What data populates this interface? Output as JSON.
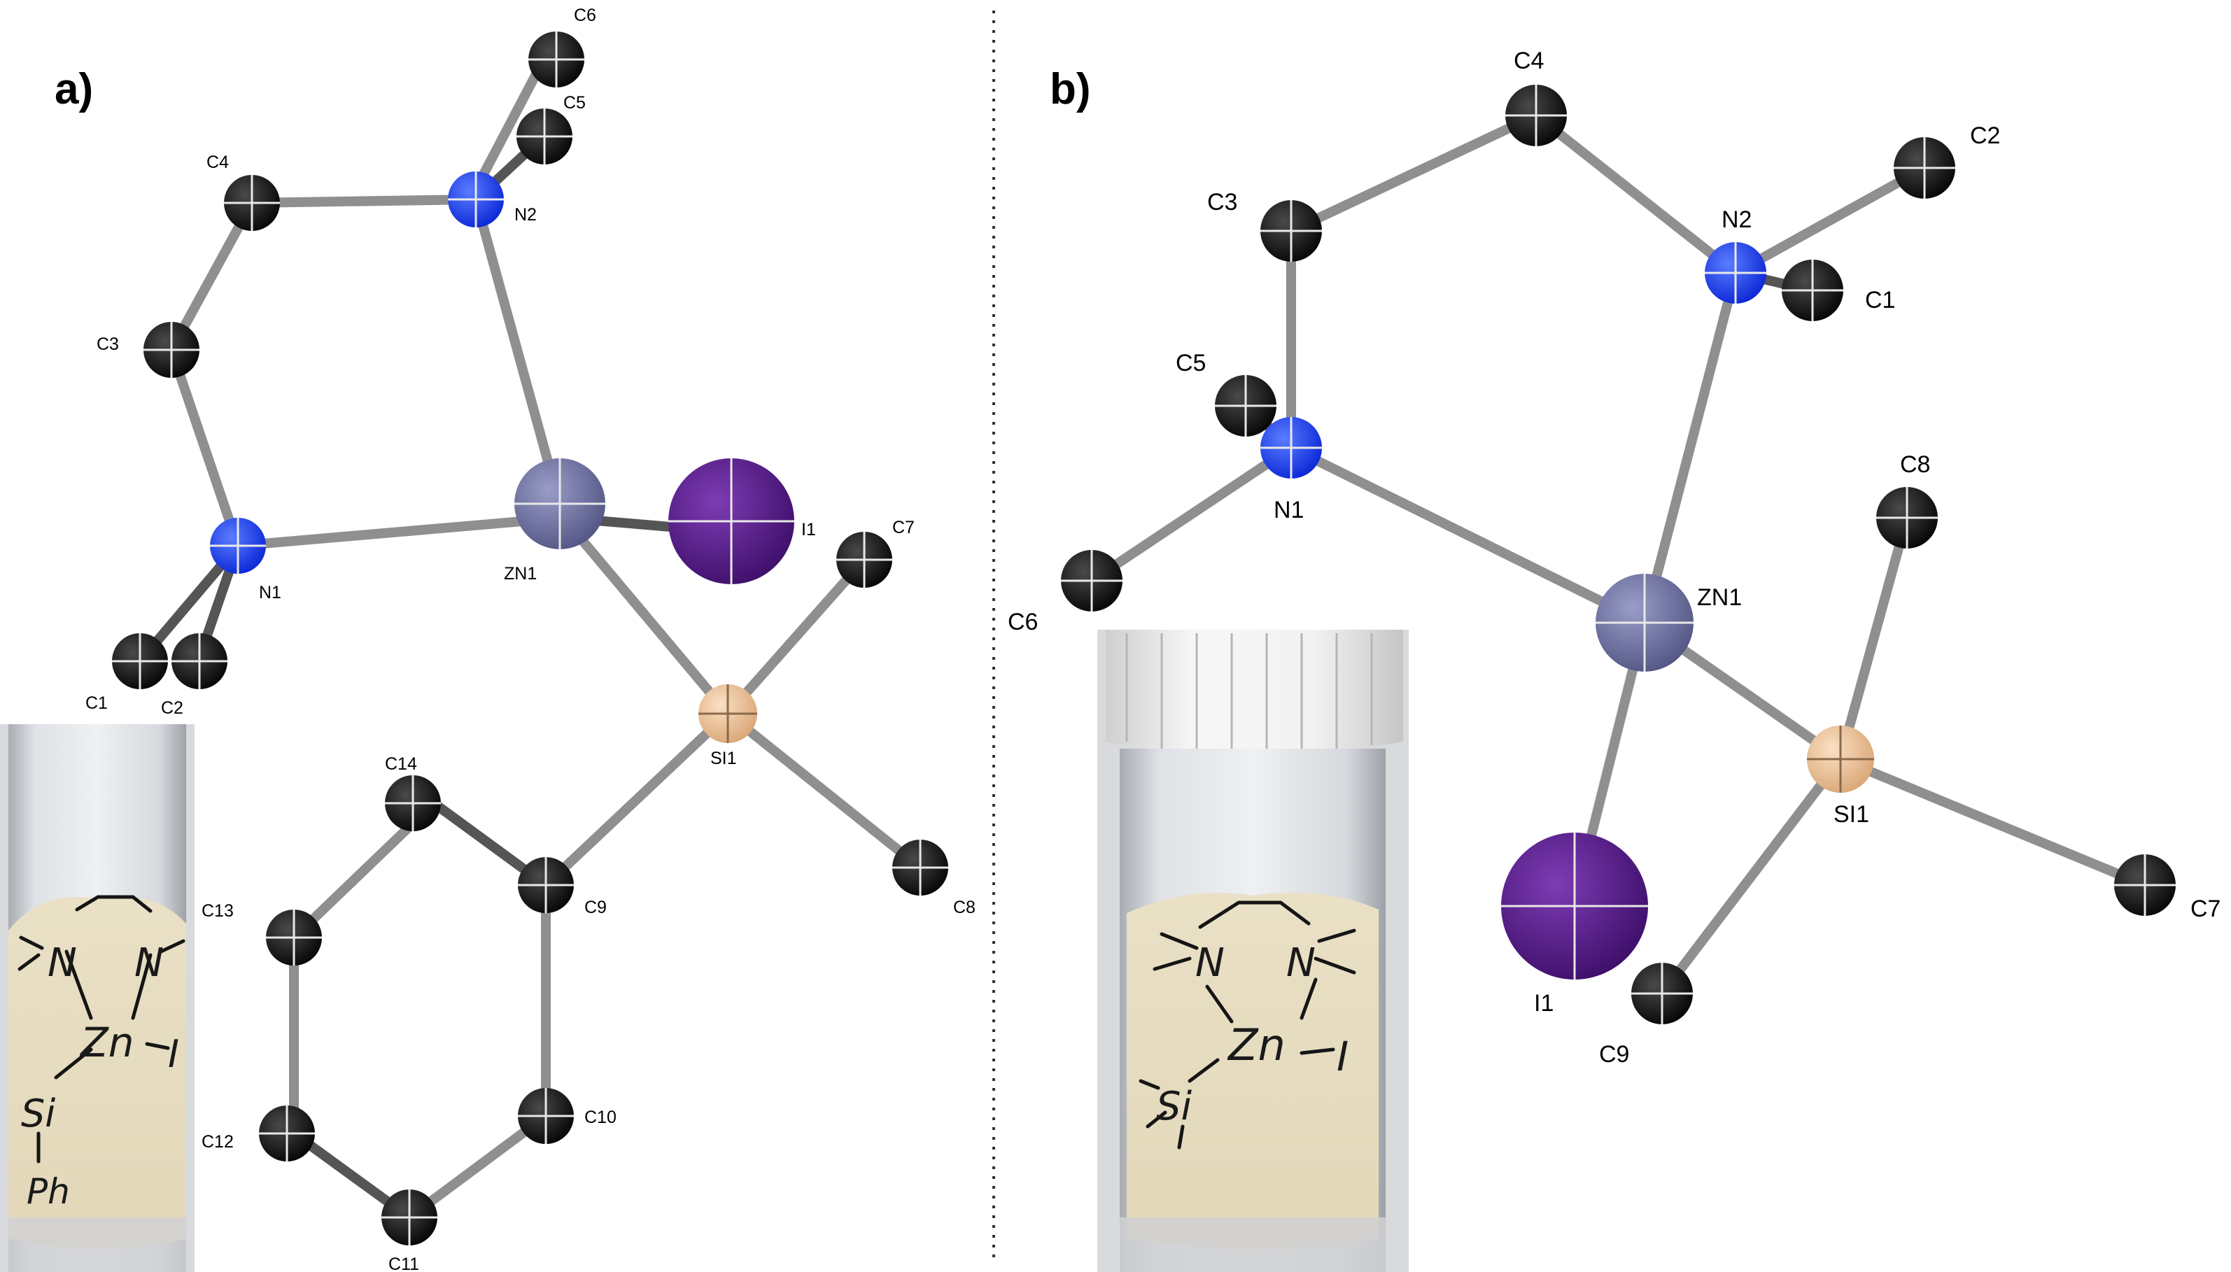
{
  "panels": [
    {
      "label": "a)",
      "atoms": [
        {
          "id": "C6",
          "label": "C6",
          "element": "C"
        },
        {
          "id": "C5",
          "label": "C5",
          "element": "C"
        },
        {
          "id": "N2",
          "label": "N2",
          "element": "N"
        },
        {
          "id": "C4",
          "label": "C4",
          "element": "C"
        },
        {
          "id": "C3",
          "label": "C3",
          "element": "C"
        },
        {
          "id": "N1",
          "label": "N1",
          "element": "N"
        },
        {
          "id": "ZN1",
          "label": "ZN1",
          "element": "Zn"
        },
        {
          "id": "I1",
          "label": "I1",
          "element": "I"
        },
        {
          "id": "C7",
          "label": "C7",
          "element": "C"
        },
        {
          "id": "C1",
          "label": "C1",
          "element": "C"
        },
        {
          "id": "C2",
          "label": "C2",
          "element": "C"
        },
        {
          "id": "SI1",
          "label": "SI1",
          "element": "Si"
        },
        {
          "id": "C14",
          "label": "C14",
          "element": "C"
        },
        {
          "id": "C9",
          "label": "C9",
          "element": "C"
        },
        {
          "id": "C8",
          "label": "C8",
          "element": "C"
        },
        {
          "id": "C13",
          "label": "C13",
          "element": "C"
        },
        {
          "id": "C10",
          "label": "C10",
          "element": "C"
        },
        {
          "id": "C12",
          "label": "C12",
          "element": "C"
        },
        {
          "id": "C11",
          "label": "C11",
          "element": "C"
        }
      ],
      "photo_annotation": [
        "N",
        "N",
        "Zn",
        "I",
        "Si",
        "Ph"
      ]
    },
    {
      "label": "b)",
      "atoms": [
        {
          "id": "C4",
          "label": "C4",
          "element": "C"
        },
        {
          "id": "C2",
          "label": "C2",
          "element": "C"
        },
        {
          "id": "C3",
          "label": "C3",
          "element": "C"
        },
        {
          "id": "N2",
          "label": "N2",
          "element": "N"
        },
        {
          "id": "C1",
          "label": "C1",
          "element": "C"
        },
        {
          "id": "C5",
          "label": "C5",
          "element": "C"
        },
        {
          "id": "N1",
          "label": "N1",
          "element": "N"
        },
        {
          "id": "C8",
          "label": "C8",
          "element": "C"
        },
        {
          "id": "ZN1",
          "label": "ZN1",
          "element": "Zn"
        },
        {
          "id": "C6",
          "label": "C6",
          "element": "C"
        },
        {
          "id": "SI1",
          "label": "SI1",
          "element": "Si"
        },
        {
          "id": "C7",
          "label": "C7",
          "element": "C"
        },
        {
          "id": "I1",
          "label": "I1",
          "element": "I"
        },
        {
          "id": "C9",
          "label": "C9",
          "element": "C"
        }
      ],
      "photo_annotation": [
        "N",
        "N",
        "Zn",
        "I",
        "Si"
      ]
    }
  ],
  "colors": {
    "C": "#111111",
    "N": "#1a3cf0",
    "Zn": "#6a6d9c",
    "I": "#5a1c8c",
    "Si": "#efc39a",
    "bond": "#8c8c8c"
  }
}
